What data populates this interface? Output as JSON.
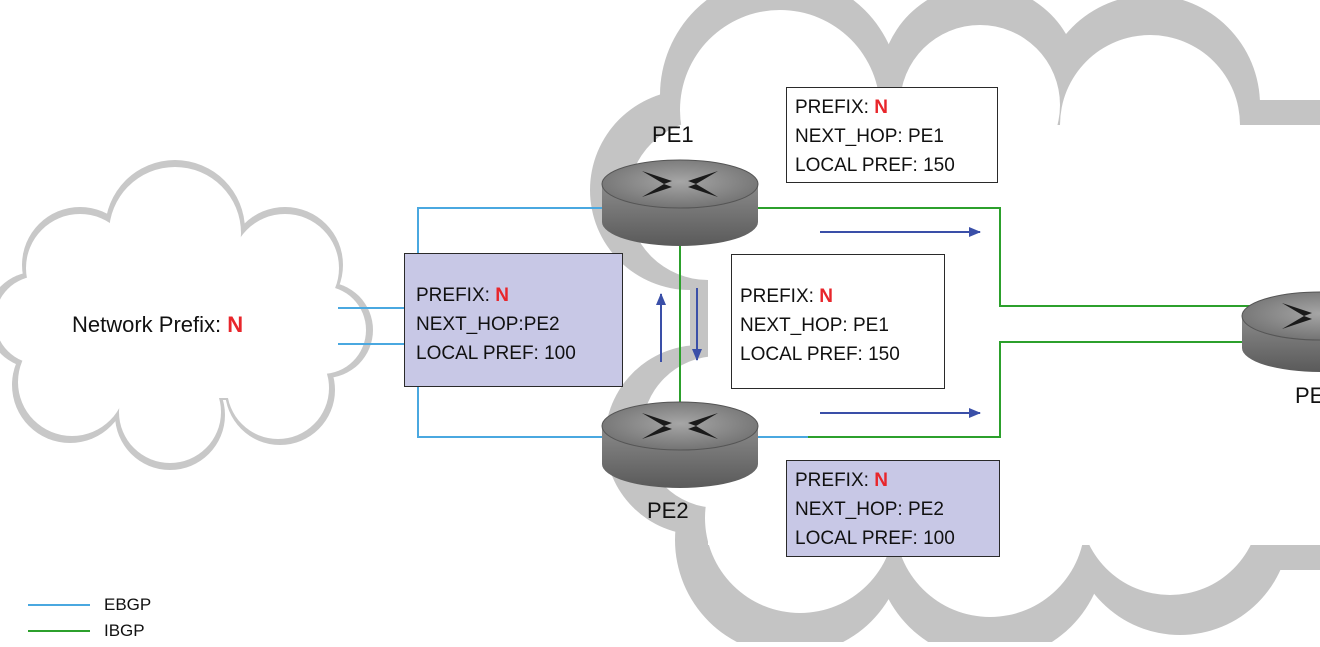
{
  "cloud_left": {
    "label": "Network Prefix: ",
    "prefix_value": "N"
  },
  "routers": {
    "pe1": "PE1",
    "pe2": "PE2",
    "pe3": "PE"
  },
  "boxes": {
    "left": {
      "prefix_label": "PREFIX: ",
      "prefix_value": "N",
      "next_hop": "NEXT_HOP:PE2",
      "local_pref": "LOCAL PREF: 100"
    },
    "top_right": {
      "prefix_label": "PREFIX: ",
      "prefix_value": "N",
      "next_hop": "NEXT_HOP: PE1",
      "local_pref": "LOCAL PREF: 150"
    },
    "middle": {
      "prefix_label": "PREFIX: ",
      "prefix_value": "N",
      "next_hop": "NEXT_HOP: PE1",
      "local_pref": "LOCAL PREF: 150"
    },
    "bottom_right": {
      "prefix_label": "PREFIX: ",
      "prefix_value": "N",
      "next_hop": "NEXT_HOP: PE2",
      "local_pref": "LOCAL PREF: 100"
    }
  },
  "legend": [
    {
      "label": "EBGP",
      "color": "#4aa8e0"
    },
    {
      "label": "IBGP",
      "color": "#2ca02c"
    }
  ],
  "colors": {
    "ebgp": "#4aa8e0",
    "ibgp": "#2ca02c",
    "arrow": "#3a4fa8",
    "accent": "#e8262b",
    "cloud_outline": "#c4c4c4",
    "router": "#8c8c8c"
  }
}
